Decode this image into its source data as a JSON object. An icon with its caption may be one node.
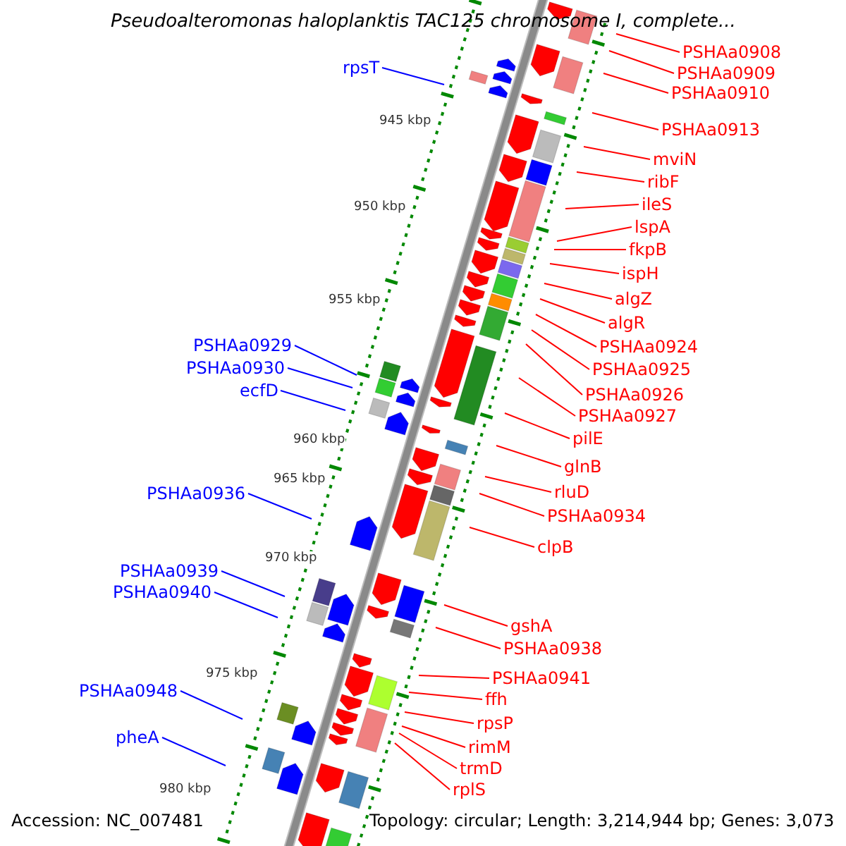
{
  "diagram": {
    "title": "Pseudoalteromonas haloplanktis TAC125 chromosome I, complete...",
    "nodes": [
      {
        "text": [
          "PSHAa0908"
        ]
      },
      {
        "text": [
          "rpsT"
        ]
      },
      {
        "text": [
          "PSHAa0909"
        ]
      },
      {
        "text": [
          "PSHAa0910"
        ]
      },
      {
        "text": [
          "PSHAa0913"
        ]
      },
      {
        "text": [
          "mviN"
        ]
      },
      {
        "text": [
          "ribF"
        ]
      },
      {
        "text": [
          "ileS"
        ]
      },
      {
        "text": [
          "lspA"
        ]
      },
      {
        "text": [
          "fkpB"
        ]
      },
      {
        "text": [
          "ispH"
        ]
      },
      {
        "text": [
          "algZ"
        ]
      },
      {
        "text": [
          "algR"
        ]
      },
      {
        "text": [
          "PSHAa0929"
        ]
      },
      {
        "text": [
          "PSHAa0924"
        ]
      },
      {
        "text": [
          "PSHAa0925"
        ]
      },
      {
        "text": [
          "PSHAa0930"
        ]
      },
      {
        "text": [
          "ecfD"
        ]
      },
      {
        "text": [
          "PSHAa0926"
        ]
      },
      {
        "text": [
          "PSHAa0927"
        ]
      },
      {
        "text": [
          "pilE"
        ]
      },
      {
        "text": [
          "glnB"
        ]
      },
      {
        "text": [
          "rluD"
        ]
      },
      {
        "text": [
          "PSHAa0936"
        ]
      },
      {
        "text": [
          "PSHAa0934"
        ]
      },
      {
        "text": [
          "clpB"
        ]
      },
      {
        "text": [
          "PSHAa0939"
        ]
      },
      {
        "text": [
          "PSHAa0940"
        ]
      },
      {
        "text": [
          "gshA"
        ]
      },
      {
        "text": [
          "PSHAa0938"
        ]
      },
      {
        "text": [
          "PSHAa0941"
        ]
      },
      {
        "text": [
          "PSHAa0948"
        ]
      },
      {
        "text": [
          "ffh"
        ]
      },
      {
        "text": [
          "rpsP"
        ]
      },
      {
        "text": [
          "pheA"
        ]
      },
      {
        "text": [
          "rimM"
        ]
      },
      {
        "text": [
          "trmD"
        ]
      },
      {
        "text": [
          "rplS"
        ]
      }
    ],
    "edges": [
      {
        "from": 0,
        "to": null,
        "arrow": "none"
      },
      {
        "from": 1,
        "to": null,
        "arrow": "none",
        "color": "#0000ff"
      },
      {
        "from": 2,
        "to": null,
        "arrow": "none"
      },
      {
        "from": 3,
        "to": null,
        "arrow": "none"
      },
      {
        "from": 4,
        "to": null,
        "arrow": "none"
      },
      {
        "from": 5,
        "to": null,
        "arrow": "none"
      },
      {
        "from": 6,
        "to": null,
        "arrow": "none"
      },
      {
        "from": 7,
        "to": null,
        "arrow": "none"
      },
      {
        "from": 8,
        "to": null,
        "arrow": "none"
      },
      {
        "from": 9,
        "to": null,
        "arrow": "none"
      },
      {
        "from": 10,
        "to": null,
        "arrow": "none"
      },
      {
        "from": 11,
        "to": null,
        "arrow": "none"
      },
      {
        "from": 12,
        "to": null,
        "arrow": "none"
      },
      {
        "from": 13,
        "to": null,
        "arrow": "none",
        "color": "#0000ff"
      },
      {
        "from": 14,
        "to": null,
        "arrow": "none"
      },
      {
        "from": 15,
        "to": null,
        "arrow": "none"
      },
      {
        "from": 16,
        "to": null,
        "arrow": "none",
        "color": "#0000ff"
      },
      {
        "from": 17,
        "to": null,
        "arrow": "none",
        "color": "#0000ff"
      },
      {
        "from": 18,
        "to": null,
        "arrow": "none"
      },
      {
        "from": 19,
        "to": null,
        "arrow": "none"
      },
      {
        "from": 20,
        "to": null,
        "arrow": "none"
      },
      {
        "from": 21,
        "to": null,
        "arrow": "none"
      },
      {
        "from": 22,
        "to": null,
        "arrow": "none"
      },
      {
        "from": 23,
        "to": null,
        "arrow": "none",
        "color": "#0000ff"
      },
      {
        "from": 24,
        "to": null,
        "arrow": "none"
      },
      {
        "from": 25,
        "to": null,
        "arrow": "none"
      },
      {
        "from": 26,
        "to": null,
        "arrow": "none",
        "color": "#0000ff"
      },
      {
        "from": 27,
        "to": null,
        "arrow": "none",
        "color": "#0000ff"
      },
      {
        "from": 28,
        "to": null,
        "arrow": "none"
      },
      {
        "from": 29,
        "to": null,
        "arrow": "none"
      },
      {
        "from": 30,
        "to": null,
        "arrow": "none"
      },
      {
        "from": 31,
        "to": null,
        "arrow": "none",
        "color": "#0000ff"
      },
      {
        "from": 32,
        "to": null,
        "arrow": "none"
      },
      {
        "from": 33,
        "to": null,
        "arrow": "none"
      },
      {
        "from": 34,
        "to": null,
        "arrow": "none",
        "color": "#0000ff"
      },
      {
        "from": 35,
        "to": null,
        "arrow": "none"
      },
      {
        "from": 36,
        "to": null,
        "arrow": "none"
      },
      {
        "from": 37,
        "to": null,
        "arrow": "none"
      }
    ],
    "labels": [
      "945 kbp",
      "950 kbp",
      "955 kbp",
      "960 kbp",
      "965 kbp",
      "970 kbp",
      "975 kbp",
      "980 kbp",
      "Accession: NC_007481",
      "Topology: circular; Length: 3,214,944 bp; Genes: 3,073"
    ]
  }
}
